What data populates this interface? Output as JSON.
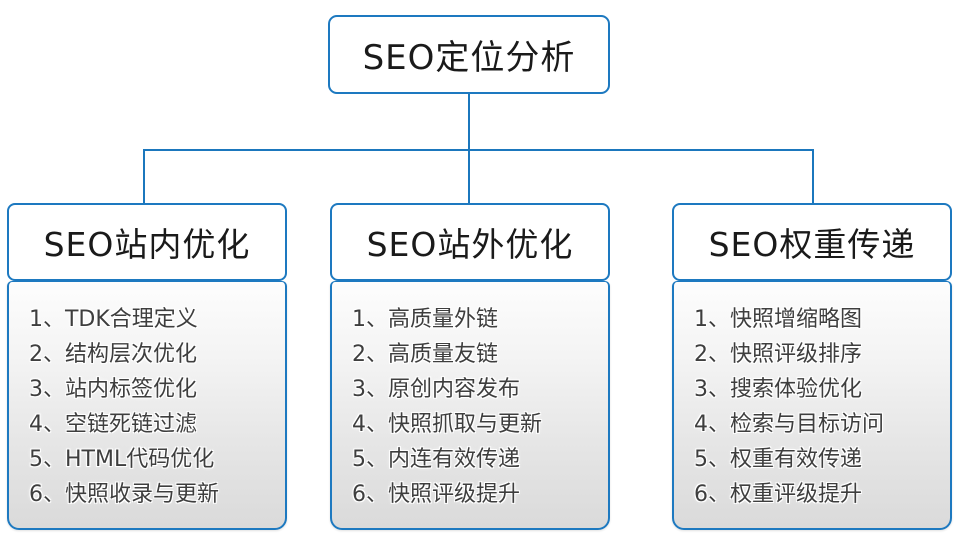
{
  "root": {
    "label": "SEO定位分析"
  },
  "columns": [
    {
      "title": "SEO站内优化",
      "items": [
        "1、TDK合理定义",
        "2、结构层次优化",
        "3、站内标签优化",
        "4、空链死链过滤",
        "5、HTML代码优化",
        "6、快照收录与更新"
      ]
    },
    {
      "title": "SEO站外优化",
      "items": [
        "1、高质量外链",
        "2、高质量友链",
        "3、原创内容发布",
        "4、快照抓取与更新",
        "5、内连有效传递",
        "6、快照评级提升"
      ]
    },
    {
      "title": "SEO权重传递",
      "items": [
        "1、快照增缩略图",
        "2、快照评级排序",
        "3、搜索体验优化",
        "4、检索与目标访问",
        "5、权重有效传递",
        "6、权重评级提升"
      ]
    }
  ],
  "colors": {
    "connector_line": "#1b77bd",
    "box_border": "#1d79c0",
    "header_text": "#1a1a1a",
    "item_text": "#3e3e3e",
    "list_gradient_top": "#fdfdfd",
    "list_gradient_bottom": "#dadada"
  }
}
